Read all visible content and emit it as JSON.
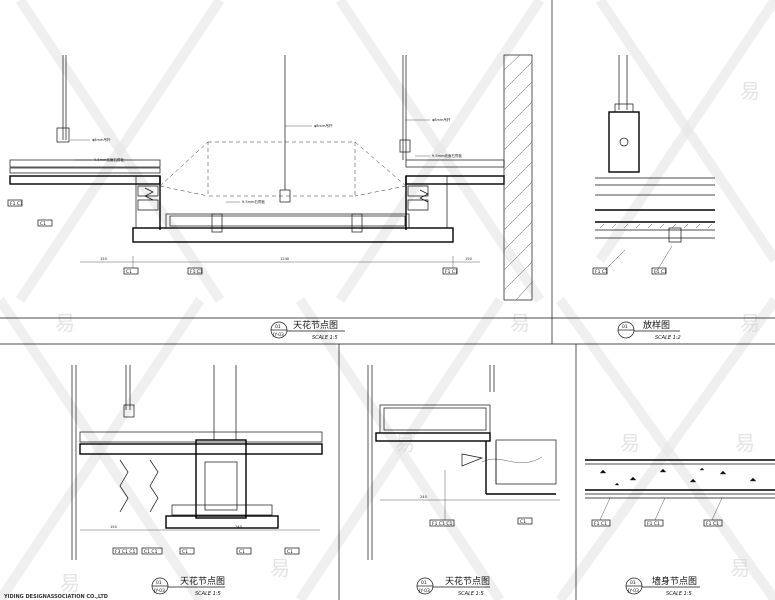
{
  "sheet": {
    "titles": [
      {
        "num_top": "01",
        "num_bottom": "JY-03",
        "title": "天花节点图",
        "scale": "SCALE 1:5"
      },
      {
        "num_top": "01",
        "num_bottom": "",
        "title": "放样图",
        "scale": "SCALE 1:2"
      },
      {
        "num_top": "01",
        "num_bottom": "JY-03",
        "title": "天花节点图",
        "scale": "SCALE 1:5"
      },
      {
        "num_top": "01",
        "num_bottom": "JY-03",
        "title": "天花节点图",
        "scale": "SCALE 1:5"
      },
      {
        "num_top": "01",
        "num_bottom": "JY-03",
        "title": "墙身节点图",
        "scale": "SCALE 1:5"
      }
    ],
    "company": "YIDING DESIGNASSOCIATION CO.,LTD",
    "watermark_char": "易"
  }
}
